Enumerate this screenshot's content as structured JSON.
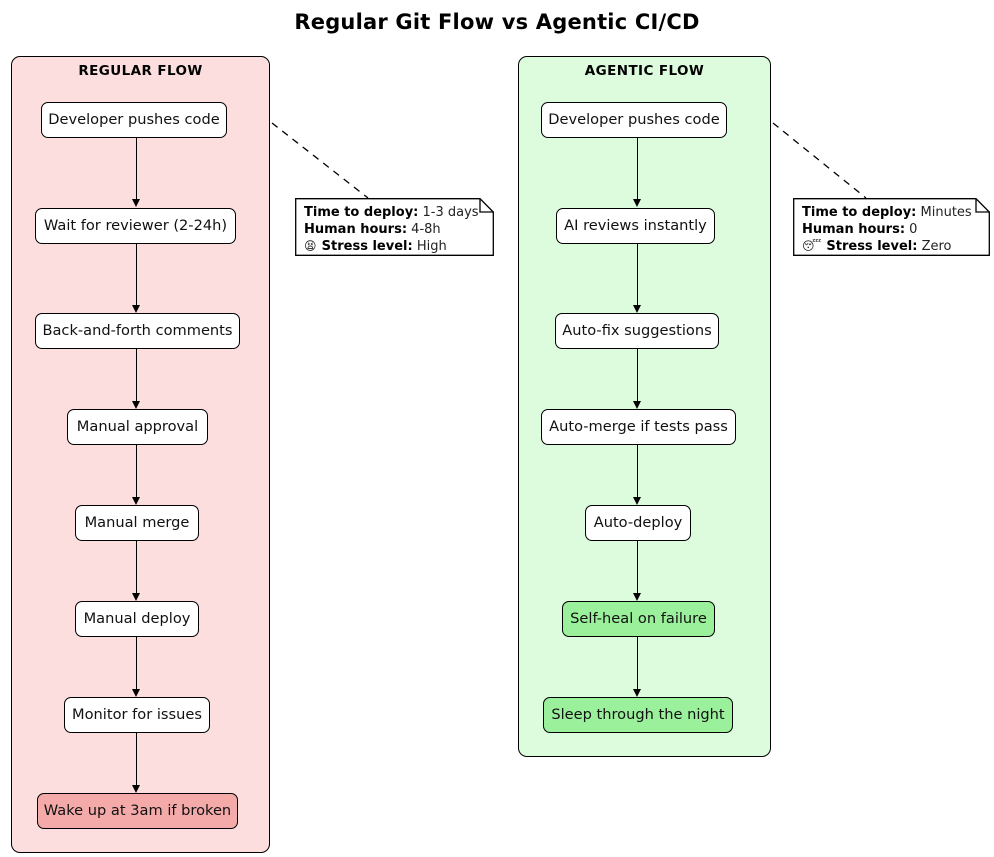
{
  "title": "Regular Git Flow vs Agentic CI/CD",
  "clusters": {
    "regular": {
      "label": "REGULAR FLOW",
      "accent": "#fcdede",
      "nodes": [
        {
          "label": "Developer pushes code",
          "style": "plain"
        },
        {
          "label": "Wait for reviewer (2-24h)",
          "style": "plain"
        },
        {
          "label": "Back-and-forth comments",
          "style": "plain"
        },
        {
          "label": "Manual approval",
          "style": "plain"
        },
        {
          "label": "Manual merge",
          "style": "plain"
        },
        {
          "label": "Manual deploy",
          "style": "plain"
        },
        {
          "label": "Monitor for issues",
          "style": "plain"
        },
        {
          "label": "Wake up at 3am if broken",
          "style": "pink"
        }
      ]
    },
    "agentic": {
      "label": "AGENTIC FLOW",
      "accent": "#ddfcdd",
      "nodes": [
        {
          "label": "Developer pushes code",
          "style": "plain"
        },
        {
          "label": "AI reviews instantly",
          "style": "plain"
        },
        {
          "label": "Auto-fix suggestions",
          "style": "plain"
        },
        {
          "label": "Auto-merge if tests pass",
          "style": "plain"
        },
        {
          "label": "Auto-deploy",
          "style": "plain"
        },
        {
          "label": "Self-heal on failure",
          "style": "green"
        },
        {
          "label": "Sleep through the night",
          "style": "green"
        }
      ]
    }
  },
  "notes": {
    "regular": {
      "time_label": "Time to deploy:",
      "time_value": "1-3 days",
      "hours_label": "Human hours:",
      "hours_value": "4-8h",
      "stress_icon": "😫",
      "stress_icon_name": "tired-face-icon",
      "stress_label": "Stress level:",
      "stress_value": "High"
    },
    "agentic": {
      "time_label": "Time to deploy:",
      "time_value": "Minutes",
      "hours_label": "Human hours:",
      "hours_value": "0",
      "stress_icon": "😴",
      "stress_icon_name": "sleeping-face-icon",
      "stress_label": "Stress level:",
      "stress_value": "Zero"
    }
  }
}
